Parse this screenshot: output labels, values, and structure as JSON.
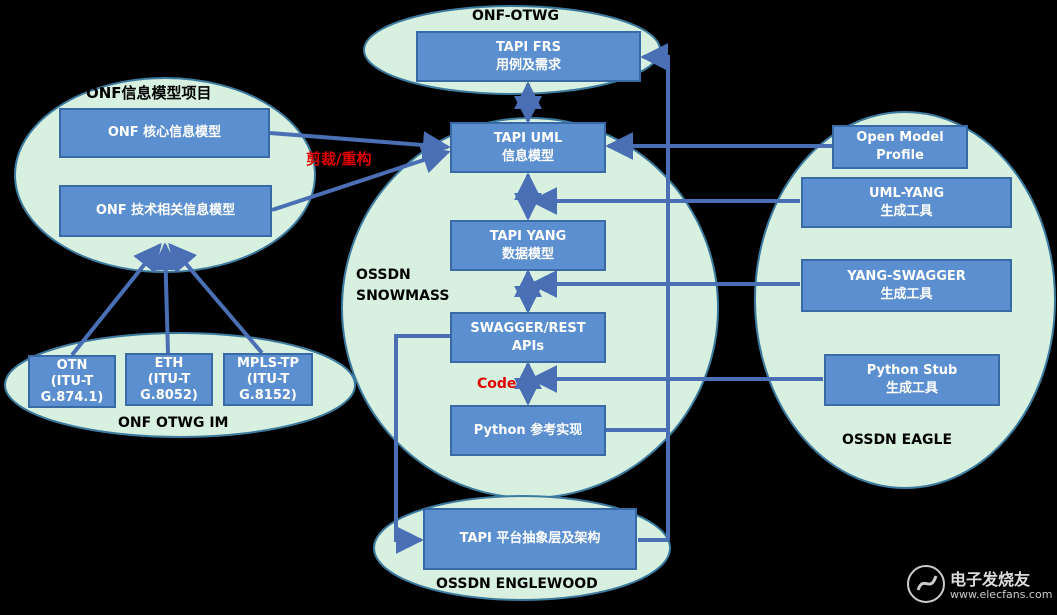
{
  "colors": {
    "background": "#000000",
    "ellipse_fill": "#d8f0e0",
    "ellipse_stroke": "#3c7a9e",
    "box_fill": "#5b8fcf",
    "arrow": "#4a6fb5",
    "highlight_text": "#e00000"
  },
  "groups": {
    "onf_otwg": "ONF-OTWG",
    "onf_info_model": "ONF信息模型项目",
    "ossdn_snowmass_line1": "OSSDN",
    "ossdn_snowmass_line2": "SNOWMASS",
    "onf_otwg_im": "ONF OTWG IM",
    "ossdn_eagle": "OSSDN EAGLE",
    "ossdn_englewood": "OSSDN ENGLEWOOD"
  },
  "boxes": {
    "tapi_frs": {
      "line1": "TAPI FRS",
      "line2": "用例及需求"
    },
    "onf_core": {
      "line1": "ONF 核心信息模型"
    },
    "onf_tech": {
      "line1": "ONF 技术相关信息模型"
    },
    "tapi_uml": {
      "line1": "TAPI UML",
      "line2": "信息模型"
    },
    "tapi_yang": {
      "line1": "TAPI YANG",
      "line2": "数据模型"
    },
    "swagger_rest": {
      "line1": "SWAGGER/REST",
      "line2": "APIs"
    },
    "python_ref": {
      "line1": "Python 参考实现"
    },
    "otn": {
      "line1": "OTN",
      "line2": "(ITU-T",
      "line3": "G.874.1)"
    },
    "eth": {
      "line1": "ETH",
      "line2": "(ITU-T",
      "line3": "G.8052)"
    },
    "mpls_tp": {
      "line1": "MPLS-TP",
      "line2": "(ITU-T",
      "line3": "G.8152)"
    },
    "open_model_profile": {
      "line1": "Open Model",
      "line2": "Profile"
    },
    "uml_yang": {
      "line1": "UML-YANG",
      "line2": "生成工具"
    },
    "yang_swagger": {
      "line1": "YANG-SWAGGER",
      "line2": "生成工具"
    },
    "python_stub": {
      "line1": "Python Stub",
      "line2": "生成工具"
    },
    "tapi_platform": {
      "line1": "TAPI 平台抽象层及架构"
    }
  },
  "edge_labels": {
    "prune_refactor": "剪裁/重构",
    "code": "Code"
  },
  "watermark": {
    "text": "电子发烧友",
    "url": "www.elecfans.com"
  }
}
